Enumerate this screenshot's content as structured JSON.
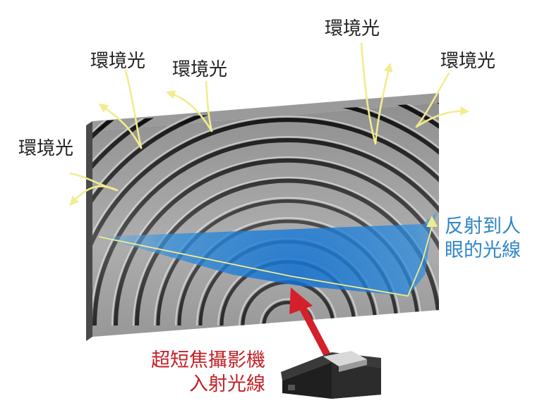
{
  "labels": {
    "ambient": [
      "環境光",
      "環境光",
      "環境光",
      "環境光",
      "環境光"
    ],
    "reflected": [
      "反射到人",
      "眼的光線"
    ],
    "incident": [
      "超短焦攝影機",
      "入射光線"
    ]
  },
  "colors": {
    "ambient_arrow": "#f2ec8e",
    "reflected_text": "#2f86c8",
    "incident_text": "#c32026",
    "incident_arrow": "#d3202a",
    "screen_fill": "#8f8f8f",
    "screen_top": "#9a9a9a",
    "screen_side": "#4a4a4a",
    "ridge_line": "#111111",
    "beam": "#1a7fd6"
  },
  "icons": {
    "projector": "projector-icon",
    "screen": "alr-screen-illustration"
  }
}
